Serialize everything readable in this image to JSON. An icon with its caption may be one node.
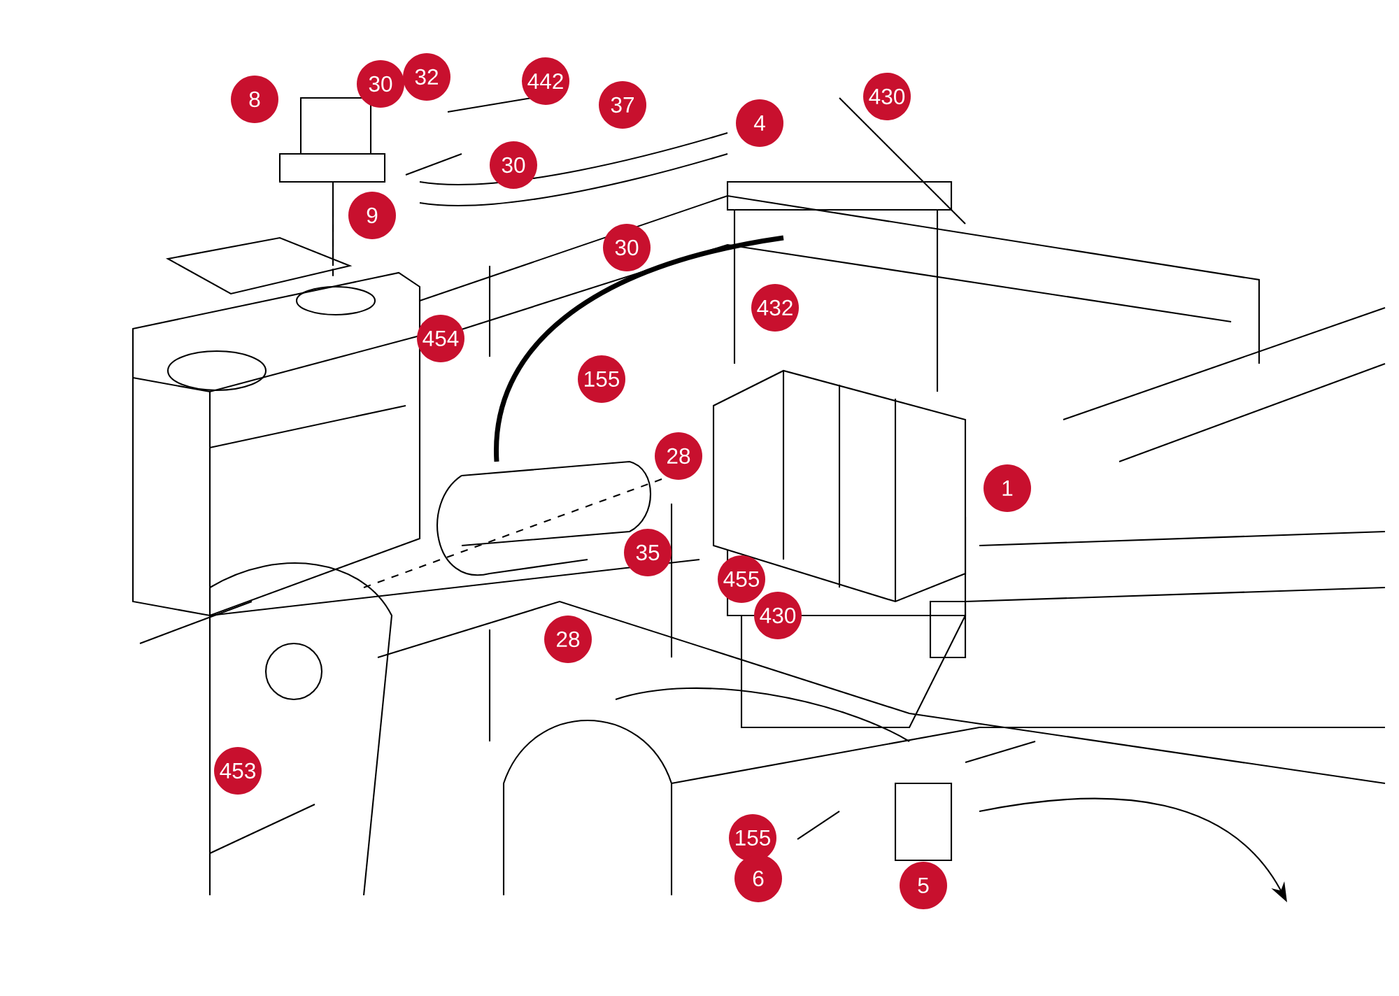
{
  "diagram": {
    "labels": [
      "8",
      "30",
      "32",
      "442",
      "37",
      "4",
      "430",
      "9",
      "30",
      "30",
      "454",
      "432",
      "155",
      "28",
      "1",
      "35",
      "455",
      "430",
      "28",
      "453",
      "155",
      "6",
      "5"
    ]
  }
}
